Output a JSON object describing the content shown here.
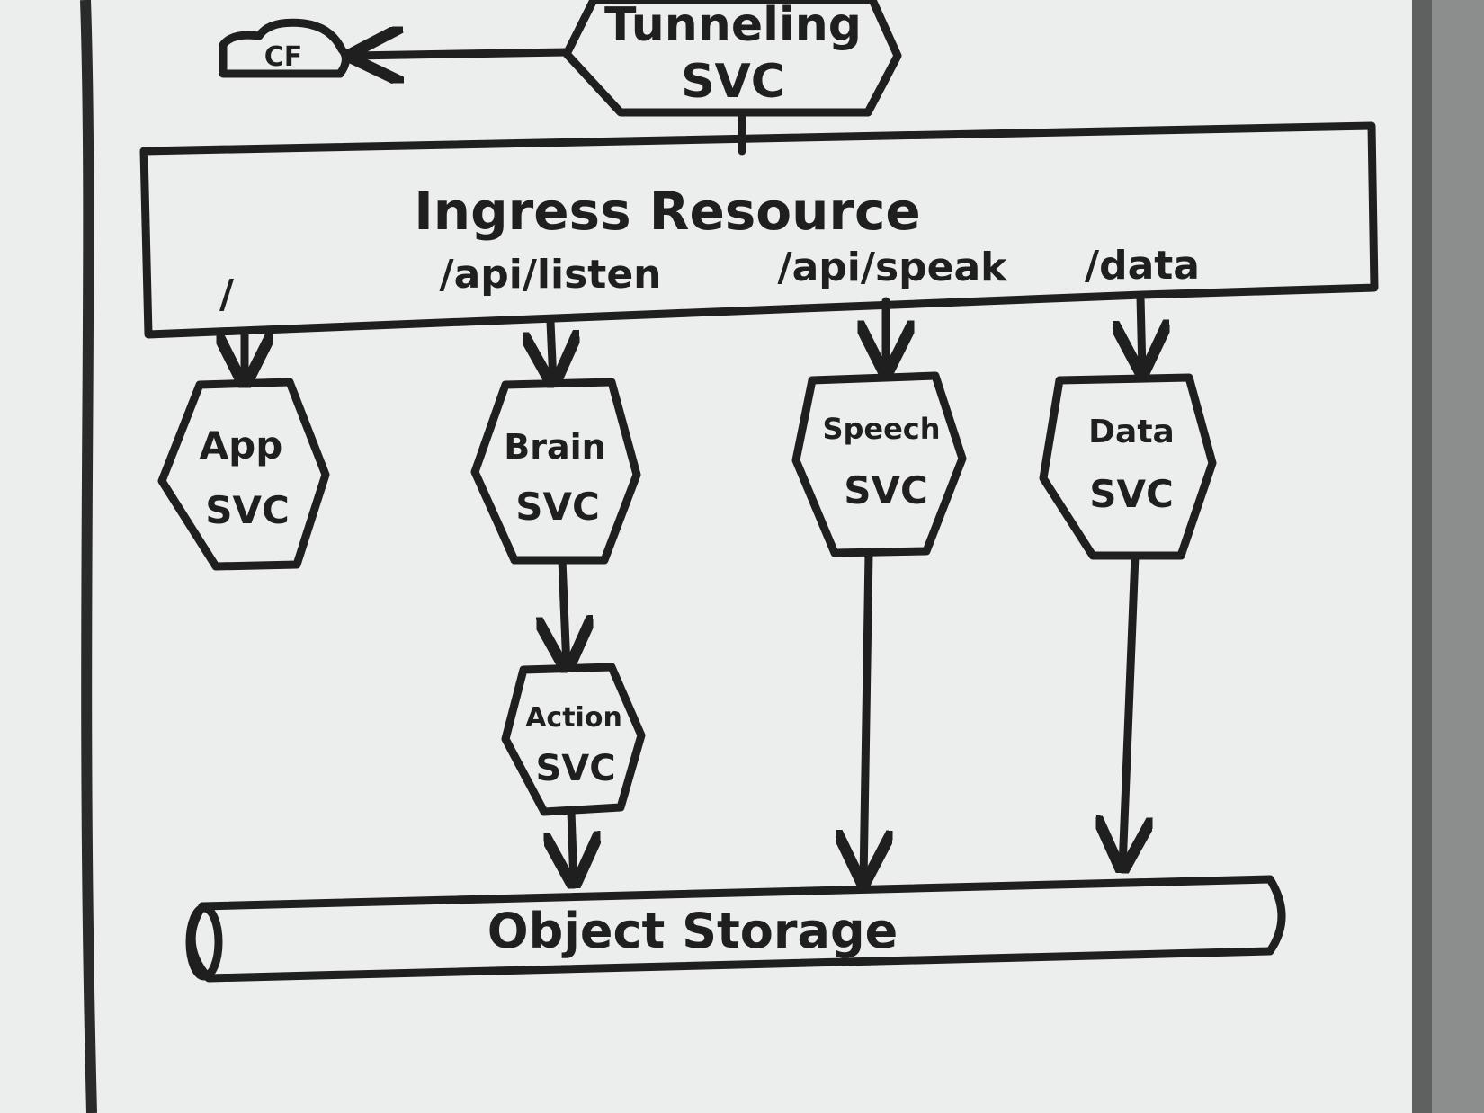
{
  "diagram": {
    "tunneling": {
      "line1": "Tunneling",
      "line2": "SVC"
    },
    "cloud_label": "CF",
    "ingress": {
      "title": "Ingress Resource"
    },
    "routes": {
      "root": "/",
      "listen": "/api/listen",
      "speak": "/api/speak",
      "data": "/data"
    },
    "services": {
      "app": {
        "line1": "App",
        "line2": "SVC"
      },
      "brain": {
        "line1": "Brain",
        "line2": "SVC"
      },
      "speech": {
        "line1": "Speech",
        "line2": "SVC"
      },
      "data": {
        "line1": "Data",
        "line2": "SVC"
      },
      "action": {
        "line1": "Action",
        "line2": "SVC"
      }
    },
    "storage": {
      "label": "Object Storage"
    }
  },
  "colors": {
    "board": "#eceeed",
    "ink": "#1f1f1f",
    "frame": "#7d7f7e"
  }
}
